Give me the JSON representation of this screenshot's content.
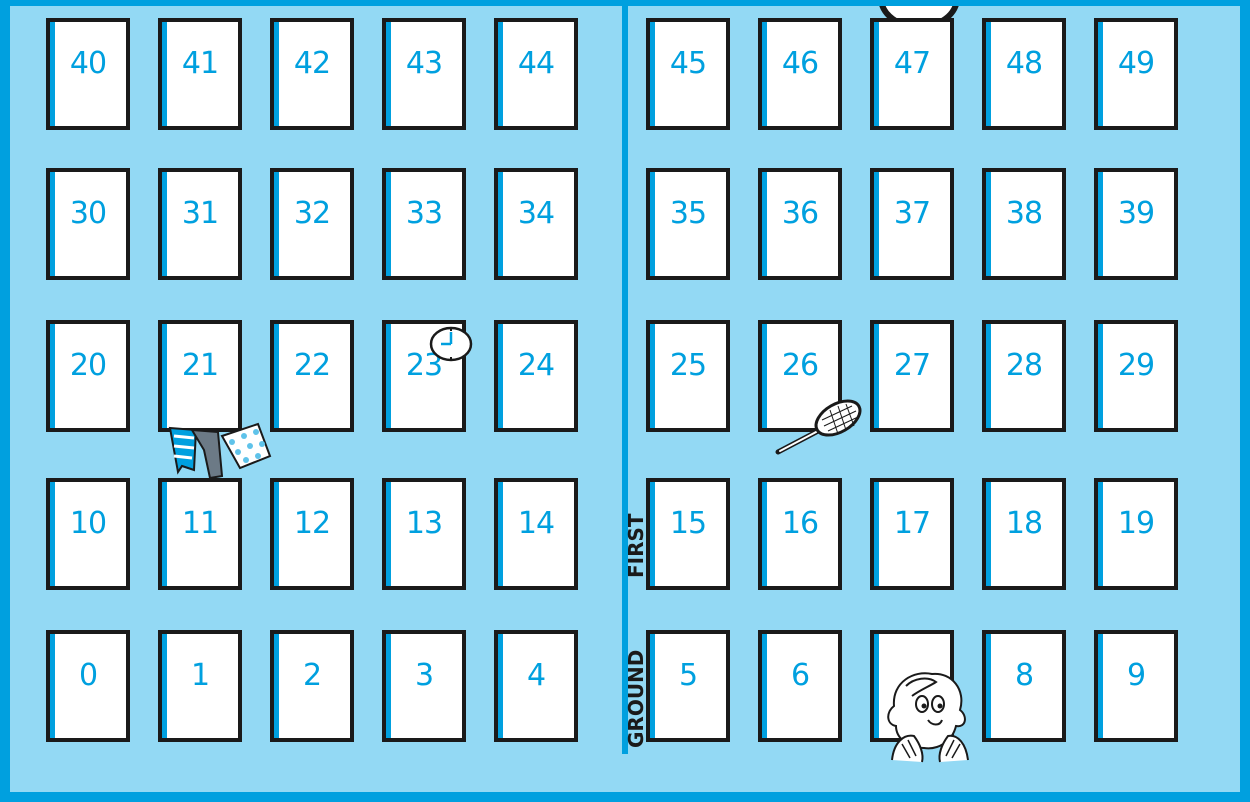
{
  "floor_labels": {
    "first": "FIRST",
    "ground": "GROUND"
  },
  "left_block": {
    "rows": [
      [
        "40",
        "41",
        "42",
        "43",
        "44"
      ],
      [
        "30",
        "31",
        "32",
        "33",
        "34"
      ],
      [
        "20",
        "21",
        "22",
        "23",
        "24"
      ],
      [
        "10",
        "11",
        "12",
        "13",
        "14"
      ],
      [
        "0",
        "1",
        "2",
        "3",
        "4"
      ]
    ]
  },
  "right_block": {
    "rows": [
      [
        "45",
        "46",
        "47",
        "48",
        "49"
      ],
      [
        "35",
        "36",
        "37",
        "38",
        "39"
      ],
      [
        "25",
        "26",
        "27",
        "28",
        "29"
      ],
      [
        "15",
        "16",
        "17",
        "18",
        "19"
      ],
      [
        "5",
        "6",
        "",
        "8",
        "9"
      ]
    ]
  },
  "decorations": {
    "clock": "clock-icon",
    "racket": "tennis-racket-icon",
    "laundry": "laundry-icon",
    "child": "child-face-icon"
  },
  "colors": {
    "background": "#93d9f4",
    "accent": "#00a0df",
    "outline": "#1a1a1a",
    "window": "#ffffff"
  }
}
